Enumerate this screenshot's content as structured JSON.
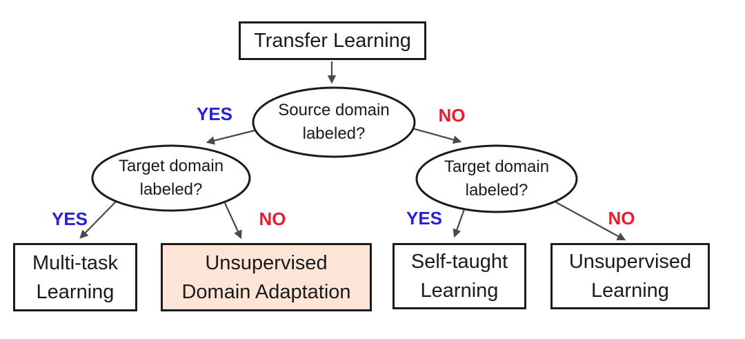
{
  "diagram": {
    "root": {
      "label": "Transfer Learning"
    },
    "decisions": [
      {
        "id": "source-domain",
        "label": "Source domain\nlabeled?"
      },
      {
        "id": "target-domain-left",
        "label": "Target domain\nlabeled?"
      },
      {
        "id": "target-domain-right",
        "label": "Target domain\nlabeled?"
      }
    ],
    "outcomes": [
      {
        "id": "multi-task-learning",
        "label": "Multi-task\nLearning",
        "highlighted": false
      },
      {
        "id": "unsupervised-domain-adaptation",
        "label": "Unsupervised\nDomain Adaptation",
        "highlighted": true
      },
      {
        "id": "self-taught-learning",
        "label": "Self-taught\nLearning",
        "highlighted": false
      },
      {
        "id": "unsupervised-learning",
        "label": "Unsupervised\nLearning",
        "highlighted": false
      }
    ],
    "edge_labels": [
      {
        "id": "source-yes",
        "text": "YES"
      },
      {
        "id": "source-no",
        "text": "NO"
      },
      {
        "id": "target-left-yes",
        "text": "YES"
      },
      {
        "id": "target-left-no",
        "text": "NO"
      },
      {
        "id": "target-right-yes",
        "text": "YES"
      },
      {
        "id": "target-right-no",
        "text": "NO"
      }
    ],
    "colors": {
      "yes_label": "#2721d3",
      "no_label": "#ea1b2d",
      "highlight_fill": "#fce4d6",
      "node_border": "#1a1a1a",
      "edge": "#4a4a4a",
      "background": "#ffffff"
    }
  }
}
